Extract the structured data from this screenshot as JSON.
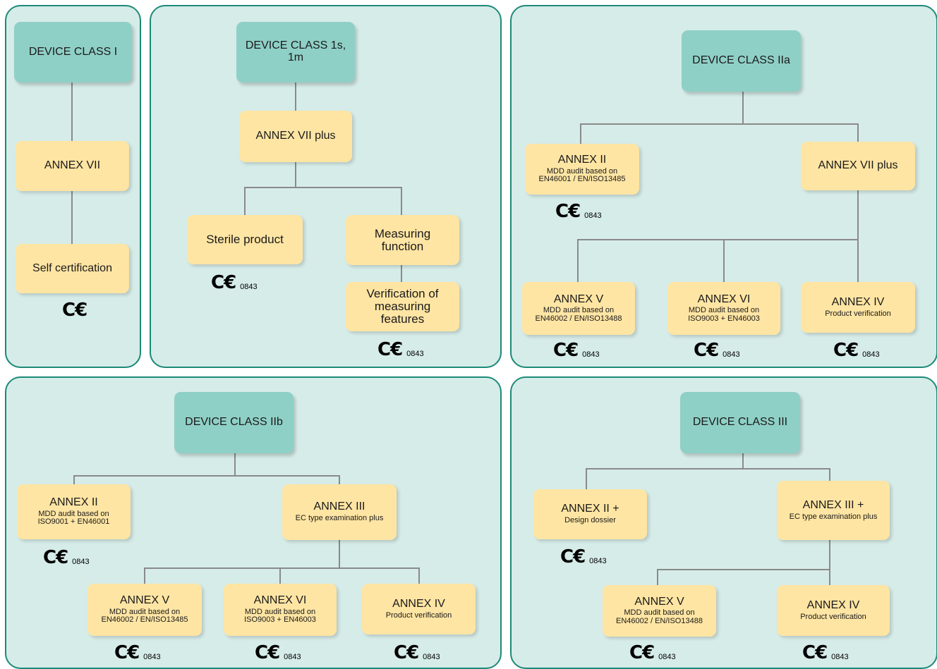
{
  "ce_mark": "C€",
  "panels": [
    {
      "class_label": "DEVICE CLASS I",
      "annexes": [
        {
          "title": "ANNEX VII",
          "subtitle": ""
        },
        {
          "title": "Self certification",
          "subtitle": ""
        }
      ],
      "ce_numbers": [
        ""
      ]
    },
    {
      "class_label": "DEVICE CLASS 1s, 1m",
      "annexes": [
        {
          "title": "ANNEX VII plus",
          "subtitle": ""
        },
        {
          "title": "Sterile product",
          "subtitle": ""
        },
        {
          "title": "Measuring function",
          "subtitle": ""
        },
        {
          "title": "Verification of measuring features",
          "subtitle": ""
        }
      ],
      "ce_numbers": [
        "0843",
        "0843"
      ]
    },
    {
      "class_label": "DEVICE CLASS IIa",
      "annexes": [
        {
          "title": "ANNEX II",
          "subtitle": "MDD audit based on EN46001 / EN/ISO13485"
        },
        {
          "title": "ANNEX VII plus",
          "subtitle": ""
        },
        {
          "title": "ANNEX V",
          "subtitle": "MDD audit based on EN46002 / EN/ISO13488"
        },
        {
          "title": "ANNEX VI",
          "subtitle": "MDD audit based on ISO9003 + EN46003"
        },
        {
          "title": "ANNEX IV",
          "subtitle": "Product verification"
        }
      ],
      "ce_numbers": [
        "0843",
        "0843",
        "0843",
        "0843"
      ]
    },
    {
      "class_label": "DEVICE CLASS IIb",
      "annexes": [
        {
          "title": "ANNEX II",
          "subtitle": "MDD audit based on ISO9001 + EN46001"
        },
        {
          "title": "ANNEX III",
          "subtitle": "EC type examination plus"
        },
        {
          "title": "ANNEX V",
          "subtitle": "MDD audit based on EN46002 / EN/ISO13485"
        },
        {
          "title": "ANNEX VI",
          "subtitle": "MDD audit based on ISO9003 + EN46003"
        },
        {
          "title": "ANNEX IV",
          "subtitle": "Product verification"
        }
      ],
      "ce_numbers": [
        "0843",
        "0843",
        "0843",
        "0843"
      ]
    },
    {
      "class_label": "DEVICE CLASS III",
      "annexes": [
        {
          "title": "ANNEX II +",
          "subtitle": "Design dossier"
        },
        {
          "title": "ANNEX III +",
          "subtitle": "EC type examination plus"
        },
        {
          "title": "ANNEX V",
          "subtitle": "MDD audit based on EN46002 / EN/ISO13488"
        },
        {
          "title": "ANNEX IV",
          "subtitle": "Product verification"
        }
      ],
      "ce_numbers": [
        "0843",
        "0843",
        "0843"
      ]
    }
  ]
}
